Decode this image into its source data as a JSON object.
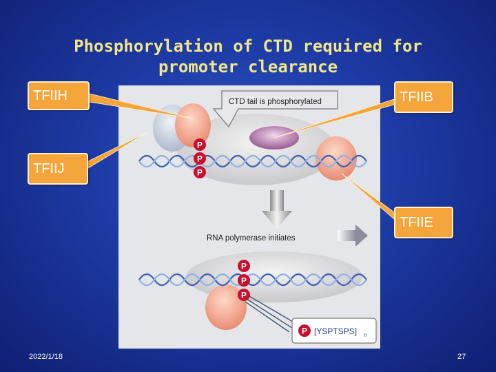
{
  "slide": {
    "title_line1": "Phosphorylation of CTD required for",
    "title_line2": "promoter clearance",
    "date": "2022/1/18",
    "page_number": "27"
  },
  "labels": {
    "tfiih": "TFIIH",
    "tfiib": "TFIIB",
    "tfiij": "TFIIJ",
    "tfiie": "TFIIE"
  },
  "figure": {
    "ctd_callout": "CTD tail is phosphorylated",
    "step_label": "RNA polymerase initiates",
    "phospho_letter": "P",
    "repeat_sequence": "[YSPTSPS]",
    "repeat_subscript": "n"
  },
  "colors": {
    "background": "#1d3aa4",
    "title": "#f2e68a",
    "label_fill": "#f5a53a",
    "phospho": "#c8102e"
  }
}
